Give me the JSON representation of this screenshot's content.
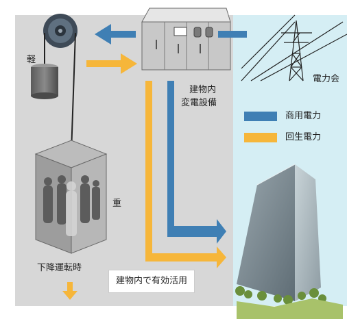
{
  "labels": {
    "light": "軽",
    "heavy": "重",
    "substation_line1": "建物内",
    "substation_line2": "変電設備",
    "power_company": "電力会",
    "descending": "下降運転時",
    "in_building_use": "建物内で有効活用"
  },
  "legend": [
    {
      "label": "商用電力",
      "color": "#3f7fb4"
    },
    {
      "label": "回生電力",
      "color": "#f6b63a"
    }
  ],
  "colors": {
    "commercial_power": "#3f7fb4",
    "regenerative_power": "#f6b63a",
    "building_zone": "#d7d7d7",
    "external_zone": "#d5eef4"
  }
}
